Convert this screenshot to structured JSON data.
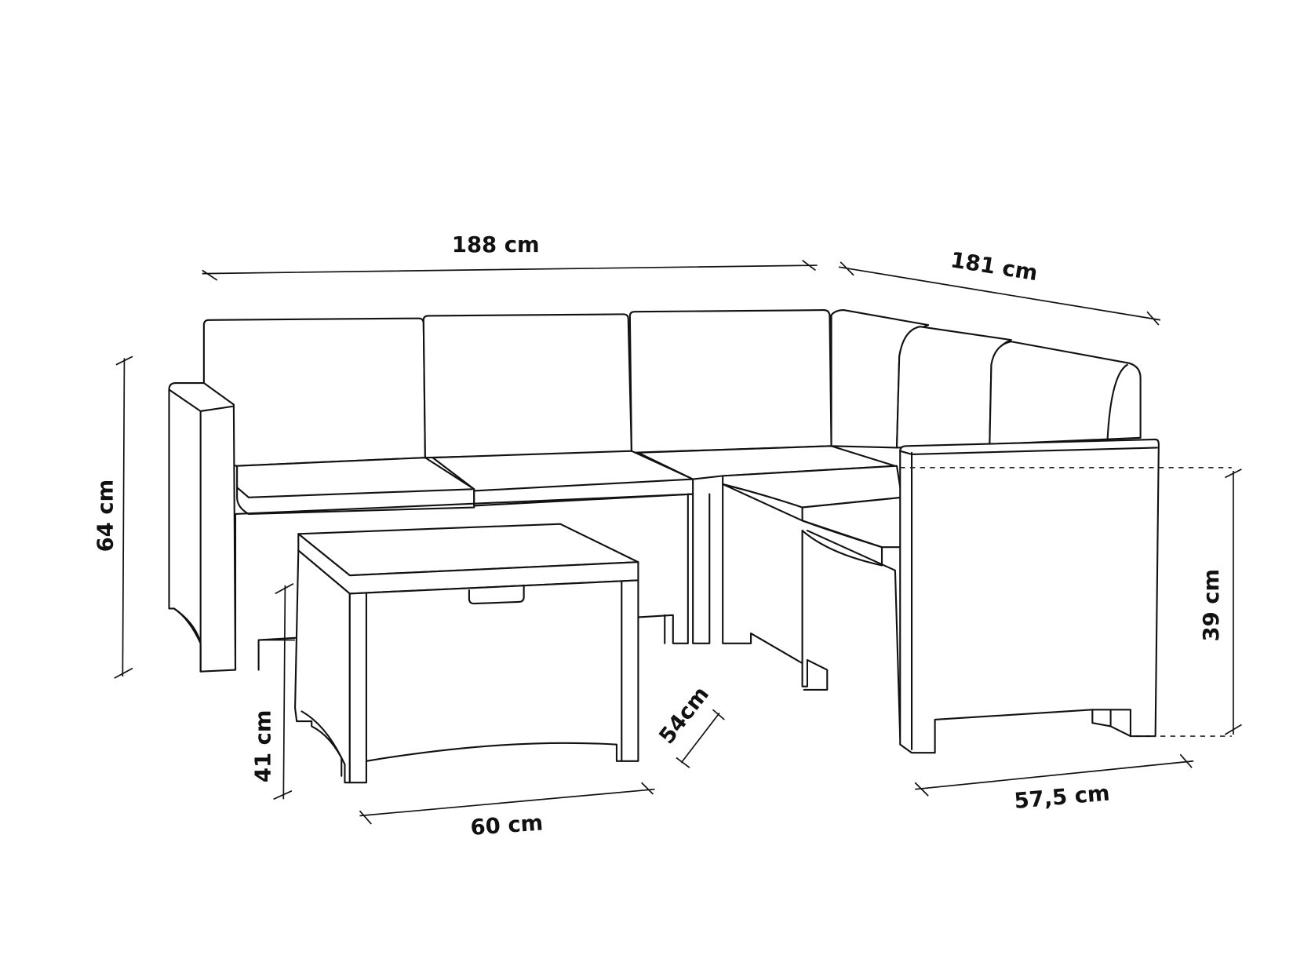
{
  "diagram": {
    "subject": "Corner garden sofa set with storage coffee table",
    "colors": {
      "background": "#ffffff",
      "stroke": "#111111"
    },
    "dimensions": {
      "sofa_long_side_width": "188 cm",
      "sofa_short_side_width": "181 cm",
      "sofa_total_height": "64 cm",
      "seat_height": "39 cm",
      "sofa_depth": "57,5 cm",
      "table_height": "41 cm",
      "table_width": "60 cm",
      "table_depth": "54cm"
    }
  }
}
